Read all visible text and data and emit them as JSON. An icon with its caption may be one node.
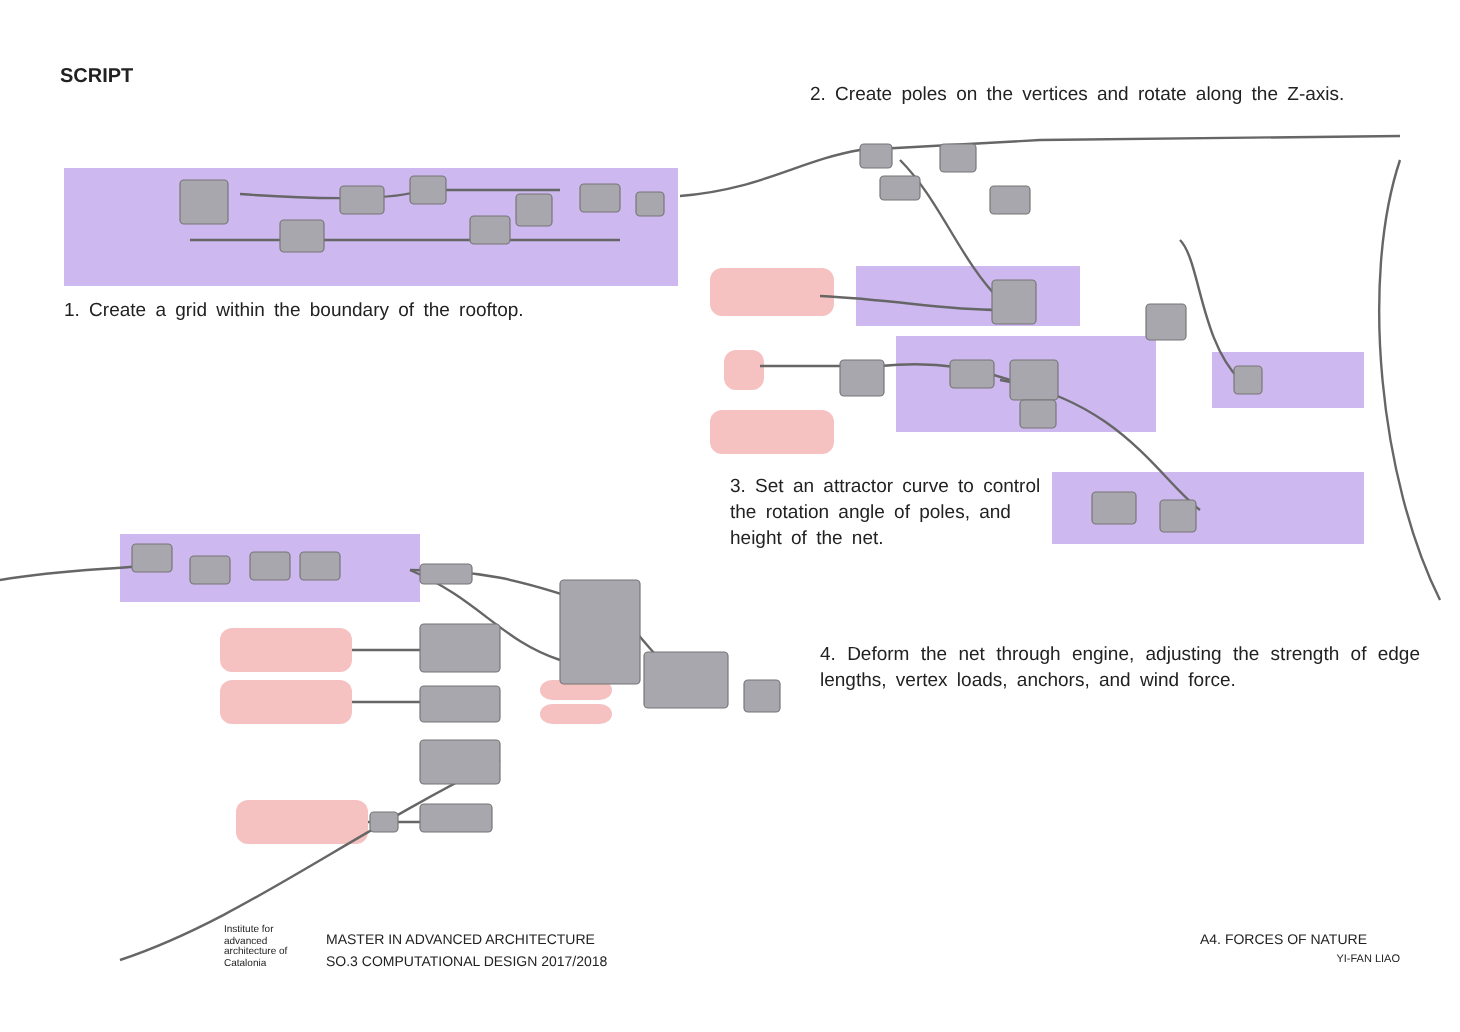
{
  "diagram": {
    "title": "SCRIPT",
    "labels": [
      "1. Create a grid within the boundary of the rooftop.",
      "2. Create poles on the vertices and rotate along the Z-axis.",
      "3. Set an attractor curve to control the rotation angle of poles, and height of the net.",
      "4. Deform the net through engine, adjusting the strength of edge lengths, vertex loads, anchors, and wind force.",
      "Institute for advanced architecture of Catalonia",
      "MASTER IN ADVANCED ARCHITECTURE",
      "SO.3 COMPUTATIONAL DESIGN 2017/2018",
      "A4. FORCES OF NATURE",
      "YI-FAN LIAO"
    ]
  }
}
